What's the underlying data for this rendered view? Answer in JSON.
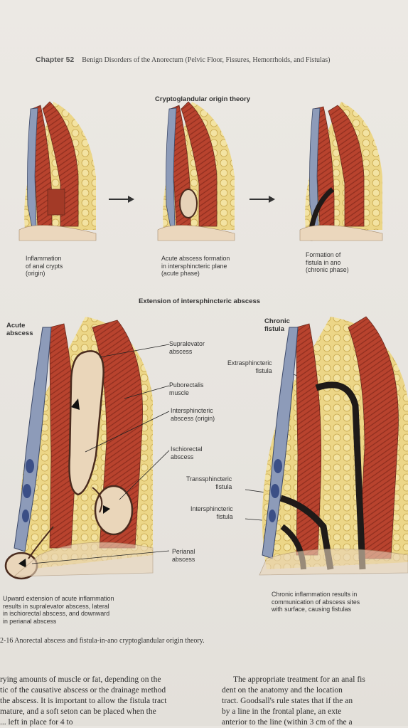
{
  "header": {
    "chapter": "Chapter 52",
    "title": "Benign Disorders of the Anorectum (Pelvic Floor, Fissures, Hemorrhoids, and Fistulas)"
  },
  "top_section": {
    "title": "Cryptoglandular origin theory",
    "panels": [
      {
        "caption": [
          "Inflammation",
          "of anal crypts",
          "(origin)"
        ]
      },
      {
        "caption": [
          "Acute abscess formation",
          "in intersphincteric plane",
          "(acute phase)"
        ]
      },
      {
        "caption": [
          "Formation of",
          "fistula in ano",
          "(chronic phase)"
        ]
      }
    ]
  },
  "bottom_section": {
    "title": "Extension of intersphincteric abscess",
    "left_heading": [
      "Acute",
      "abscess"
    ],
    "right_heading": [
      "Chronic",
      "fistula"
    ],
    "labels": {
      "supralevator": [
        "Supralevator",
        "abscess"
      ],
      "puborectalis": [
        "Puborectalis",
        "muscle"
      ],
      "intersphincteric_origin": [
        "Intersphincteric",
        "abscess (origin)"
      ],
      "ischiorectal": [
        "Ischiorectal",
        "abscess"
      ],
      "transsphincteric": [
        "Transsphincteric",
        "fistula"
      ],
      "intersphincteric_fistula": [
        "Intersphincteric",
        "fistula"
      ],
      "perianal": [
        "Perianal",
        "abscess"
      ],
      "extrasphincteric": [
        "Extrasphincteric",
        "fistula"
      ]
    },
    "left_caption": [
      "Upward extension of acute inflammation",
      "results in supralevator abscess, lateral",
      "in ischiorectal abscess, and downward",
      "in perianal abscess"
    ],
    "right_caption": [
      "Chronic inflammation results in",
      "communication of abscess sites",
      "with surface, causing fistulas"
    ]
  },
  "figure_caption": "2-16 Anorectal abscess and fistula-in-ano cryptoglandular origin theory.",
  "body_text": {
    "left": [
      "rying amounts of muscle or fat, depending on the",
      "tic of the causative abscess or the drainage method",
      "the abscess. It is important to allow the fistula tract",
      "mature, and a soft seton can be placed when the",
      "                          ... left in place for 4 to"
    ],
    "right": [
      "The appropriate treatment for an anal fis",
      "dent on the anatomy and the location",
      "tract. Goodsall's rule states that if the an",
      "by a line in the frontal plane, an exte",
      "anterior to the line (within 3 cm of the a"
    ]
  },
  "colors": {
    "muscle": "#b8432e",
    "fat": "#e8cf7a",
    "mucosa": "#7a8aa8",
    "fistula": "#2a2020",
    "abscess": "#e6d2b8"
  }
}
